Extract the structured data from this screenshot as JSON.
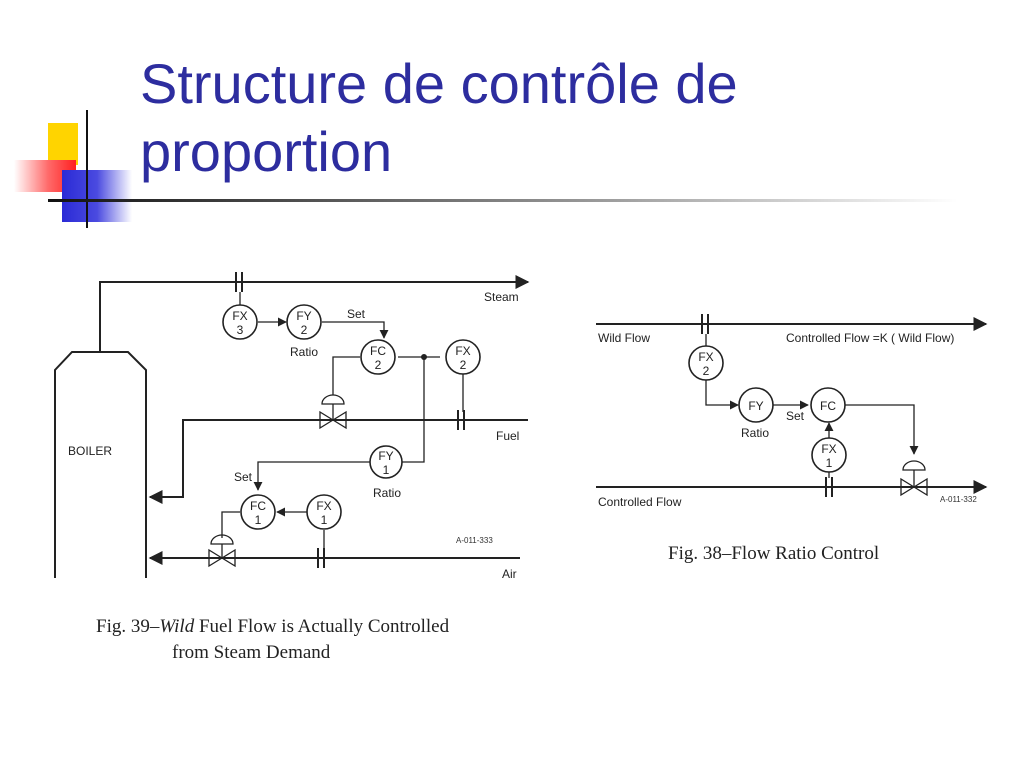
{
  "slide": {
    "title_line1": "Structure de contrôle de",
    "title_line2": "proportion"
  },
  "fig39": {
    "boiler": "BOILER",
    "steam": "Steam",
    "fuel": "Fuel",
    "air": "Air",
    "ratio_1": "Ratio",
    "ratio_2": "Ratio",
    "set_1": "Set",
    "set_2": "Set",
    "ref": "A-011-333",
    "fx3": {
      "top": "FX",
      "num": "3"
    },
    "fy2": {
      "top": "FY",
      "num": "2"
    },
    "fc2": {
      "top": "FC",
      "num": "2"
    },
    "fx2": {
      "top": "FX",
      "num": "2"
    },
    "fy1": {
      "top": "FY",
      "num": "1"
    },
    "fc1": {
      "top": "FC",
      "num": "1"
    },
    "fx1": {
      "top": "FX",
      "num": "1"
    },
    "caption_prefix": "Fig. 39–",
    "caption_wild": "Wild",
    "caption_rest": " Fuel Flow is Actually Controlled",
    "caption_line2": "from Steam Demand"
  },
  "fig38": {
    "wild_flow": "Wild Flow",
    "controlled_flow_k": "Controlled Flow =K ( Wild Flow)",
    "controlled_flow": "Controlled Flow",
    "set": "Set",
    "ratio": "Ratio",
    "ref": "A-011-332",
    "fx2": {
      "top": "FX",
      "num": "2"
    },
    "fy": {
      "top": "FY"
    },
    "fc": {
      "top": "FC"
    },
    "fx1": {
      "top": "FX",
      "num": "1"
    },
    "caption": "Fig. 38–Flow Ratio Control"
  }
}
